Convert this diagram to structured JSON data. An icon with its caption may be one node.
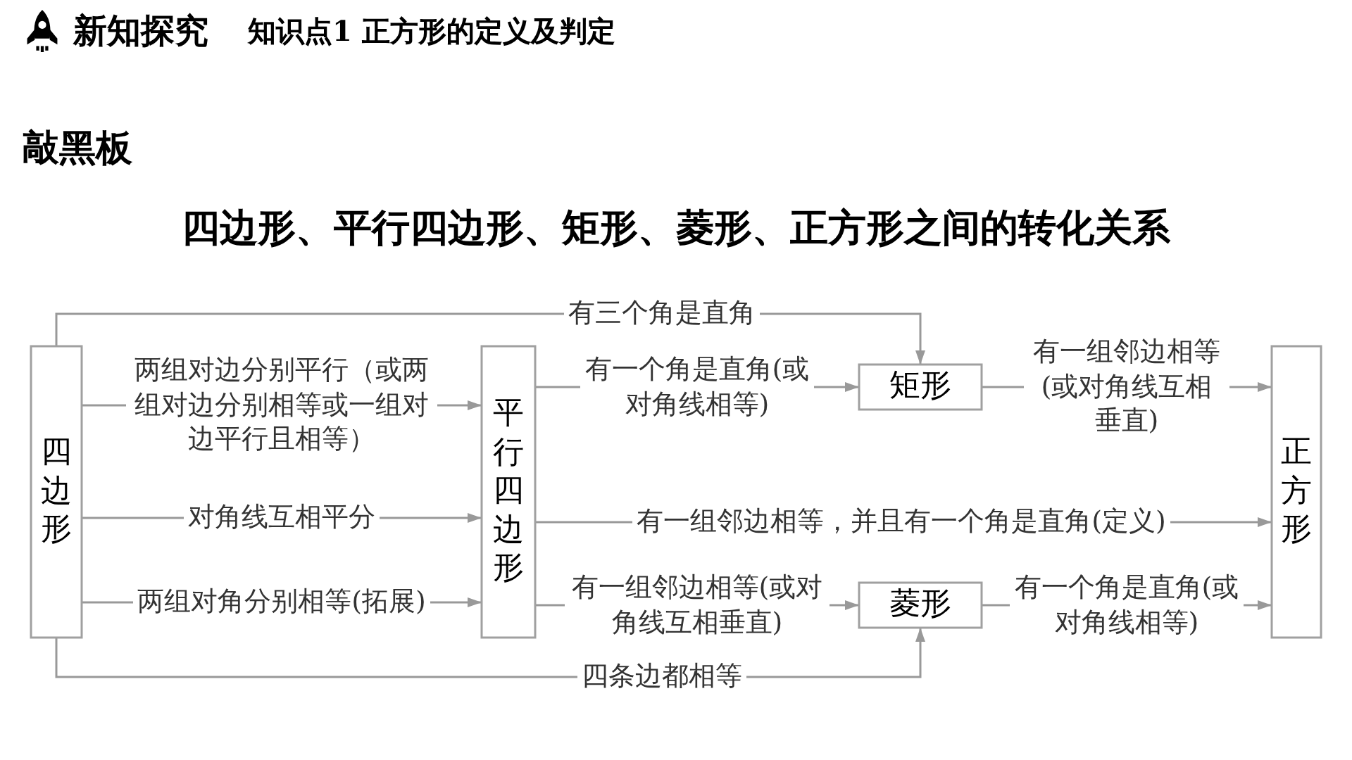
{
  "diagram": {
    "title": "四边形、平行四边形、矩形、菱形、正方形之间的转化关系",
    "nodes": [
      {
        "text": [
          "四边形"
        ]
      },
      {
        "text": [
          "平行四边形"
        ]
      },
      {
        "text": [
          "矩形"
        ]
      },
      {
        "text": [
          "菱形"
        ]
      },
      {
        "text": [
          "正方形"
        ]
      }
    ],
    "edges": [
      {
        "from": 0,
        "to": 1,
        "arrow": "to",
        "label": "两组对边分别平行（或两组对边分别相等或一组对边平行且相等）"
      },
      {
        "from": 0,
        "to": 1,
        "arrow": "to",
        "label": "对角线互相平分"
      },
      {
        "from": 0,
        "to": 1,
        "arrow": "to",
        "label": "两组对角分别相等(拓展)"
      },
      {
        "from": 0,
        "to": 2,
        "arrow": "to",
        "label": "有三个角是直角"
      },
      {
        "from": 0,
        "to": 3,
        "arrow": "to",
        "label": "四条边都相等"
      },
      {
        "from": 1,
        "to": 2,
        "arrow": "to",
        "label": "有一个角是直角(或对角线相等)"
      },
      {
        "from": 1,
        "to": 4,
        "arrow": "to",
        "label": "有一组邻边相等，并且有一个角是直角(定义)"
      },
      {
        "from": 1,
        "to": 3,
        "arrow": "to",
        "label": "有一组邻边相等(或对角线互相垂直)"
      },
      {
        "from": 2,
        "to": 4,
        "arrow": "to",
        "label": "有一组邻边相等(或对角线互相垂直)"
      },
      {
        "from": 3,
        "to": 4,
        "arrow": "to",
        "label": "有一个角是直角(或对角线相等)"
      }
    ],
    "labels": [
      "新知探究",
      "知识点1 正方形的定义及判定",
      "敲黑板"
    ]
  }
}
